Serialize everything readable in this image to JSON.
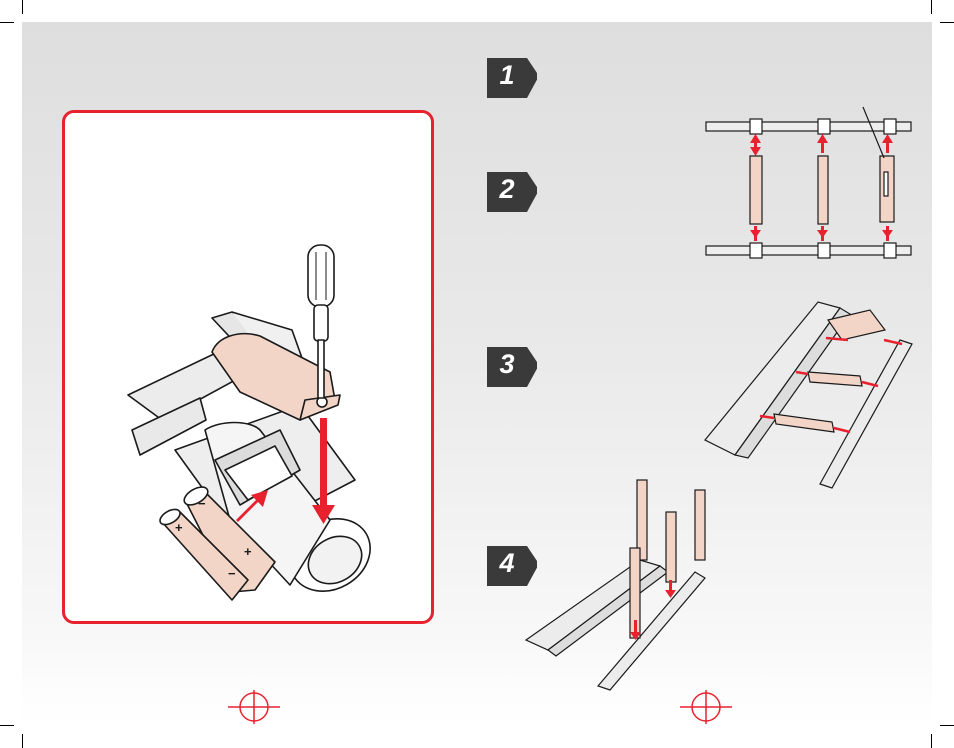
{
  "steps": [
    {
      "number": "1"
    },
    {
      "number": "2"
    },
    {
      "number": "3"
    },
    {
      "number": "4"
    }
  ],
  "callout": {
    "battery_plus_1": "+",
    "battery_minus_1": "−",
    "battery_plus_2": "+",
    "battery_minus_2": "−"
  },
  "colors": {
    "accent_red": "#e8212e",
    "badge_dark": "#3a3a3a",
    "part_pink": "#f3d5c8",
    "part_grey": "#e4e4e4"
  },
  "icons": [
    "screwdriver-icon",
    "battery-icon",
    "registration-mark-icon"
  ]
}
